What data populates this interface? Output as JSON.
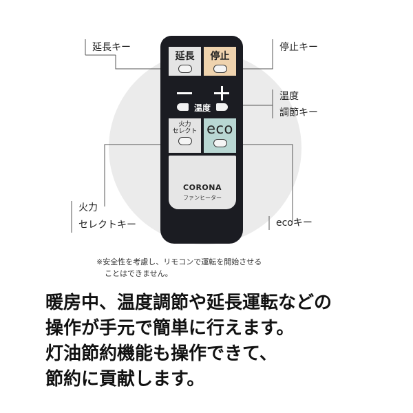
{
  "labels": {
    "extend_key": "延長キー",
    "stop_key": "停止キー",
    "temp_key_line1": "温度",
    "temp_key_line2": "調節キー",
    "fire_key_line1": "火力",
    "fire_key_line2": "セレクトキー",
    "eco_key": "ecoキー"
  },
  "remote": {
    "extend_button": "延長",
    "stop_button": "停止",
    "temp_label": "温度",
    "fire_button_line1": "火力",
    "fire_button_line2": "セレクト",
    "eco_button": "eco",
    "brand": "CORONA",
    "product": "ファンヒーター"
  },
  "note": {
    "line1": "※安全性を考慮し、リモコンで運転を開始させる",
    "line2": "ことはできません。"
  },
  "headline": {
    "line1": "暖房中、温度調節や延長運転などの",
    "line2": "操作が手元で簡単に行えます。",
    "line3": "灯油節約機能も操作できて、",
    "line4": "節約に貢献します。"
  },
  "colors": {
    "remote_body": "#1b1c22",
    "stop_key": "#efd3ae",
    "eco_key": "#b9d7d3",
    "grey_key": "#e4e4e4"
  }
}
